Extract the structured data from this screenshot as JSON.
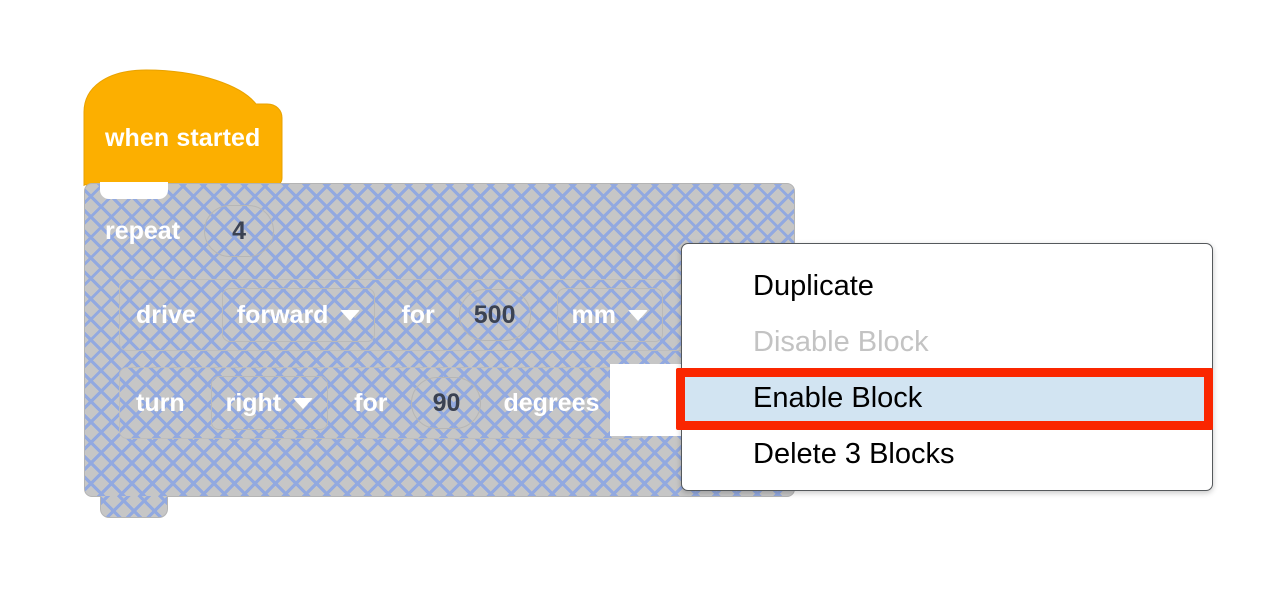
{
  "app": {
    "name": "visual-block-editor",
    "canvas_background": "#ffffff"
  },
  "colors": {
    "hat_block_fill": "#fcaf00",
    "disabled_block_gray": "#c6c6c6",
    "disabled_hatch_blue": "#92a9e0",
    "block_text": "#ffffff",
    "number_text": "#3b4252",
    "menu_text": "#000000",
    "menu_disabled_text": "#c3c3c3",
    "menu_highlight_fill": "#d2e4f2",
    "annotation_red": "#fa2600",
    "menu_border": "#55595c"
  },
  "workspace": {
    "hat_block": {
      "label": "when started",
      "state": "enabled"
    },
    "repeat_block": {
      "keyword": "repeat",
      "count_value": "4",
      "state": "disabled"
    },
    "statements": [
      {
        "name": "drive-block",
        "state": "disabled",
        "parts": {
          "verb": "drive",
          "direction": "forward",
          "connector": "for",
          "amount": "500",
          "unit": "mm"
        }
      },
      {
        "name": "turn-block",
        "state": "disabled",
        "parts": {
          "verb": "turn",
          "direction": "right",
          "connector": "for",
          "amount": "90",
          "unit": "degrees"
        }
      }
    ]
  },
  "context_menu": {
    "items": [
      {
        "label": "Duplicate",
        "state": "enabled",
        "highlighted": false
      },
      {
        "label": "Disable Block",
        "state": "disabled",
        "highlighted": false
      },
      {
        "label": "Enable Block",
        "state": "enabled",
        "highlighted": true
      },
      {
        "label": "Delete 3 Blocks",
        "state": "enabled",
        "highlighted": false
      }
    ]
  },
  "annotation": {
    "target": "Enable Block",
    "shape": "rectangle",
    "color": "#fa2600"
  }
}
